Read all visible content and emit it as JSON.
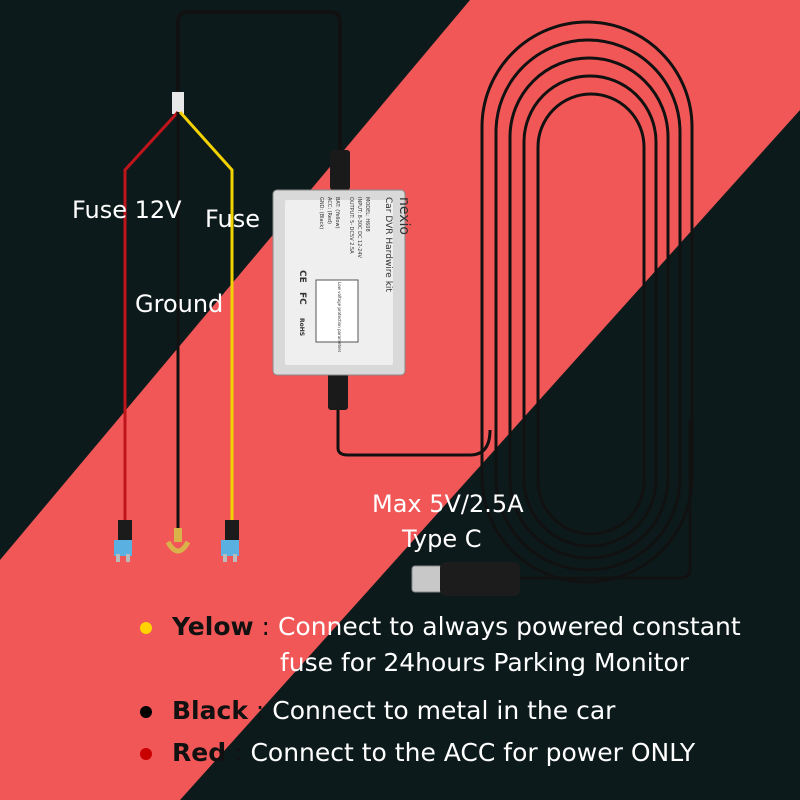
{
  "labels": {
    "fuse_12v": "Fuse 12V",
    "fuse": "Fuse",
    "ground": "Ground",
    "max_power": "Max 5V/2.5A",
    "type_c": "Type C"
  },
  "module": {
    "brand": "nexio",
    "title": "Car DVR Hardwire kit",
    "specs": [
      "MODEL: H608",
      "INPUT: 8-30C DC 12-24V",
      "OUTPUT: 5- DC5V 2.5A",
      "BAT: (Yellow)",
      "ACC: (Red)",
      "GND: (Black)"
    ],
    "cert_marks": [
      "CE",
      "FC",
      "RoHS"
    ],
    "box_text": "Low voltage protection parameters"
  },
  "legend": [
    {
      "color": "#ffd400",
      "name": "Yelow",
      "sep": " : ",
      "desc": "Connect to always powered constant",
      "cont": "fuse for 24hours Parking Monitor"
    },
    {
      "color": "#000000",
      "name": "Black",
      "sep": " : ",
      "desc": "Connect to metal in the car",
      "cont": ""
    },
    {
      "color": "#c80000",
      "name": "Red",
      "sep": " : ",
      "desc": "Connect to the ACC for power ONLY",
      "cont": ""
    }
  ],
  "colors": {
    "background": "#0d1a1c",
    "band": "#f25757",
    "wire_red": "#c0141b",
    "wire_yellow": "#f2d200",
    "wire_black": "#111111"
  }
}
